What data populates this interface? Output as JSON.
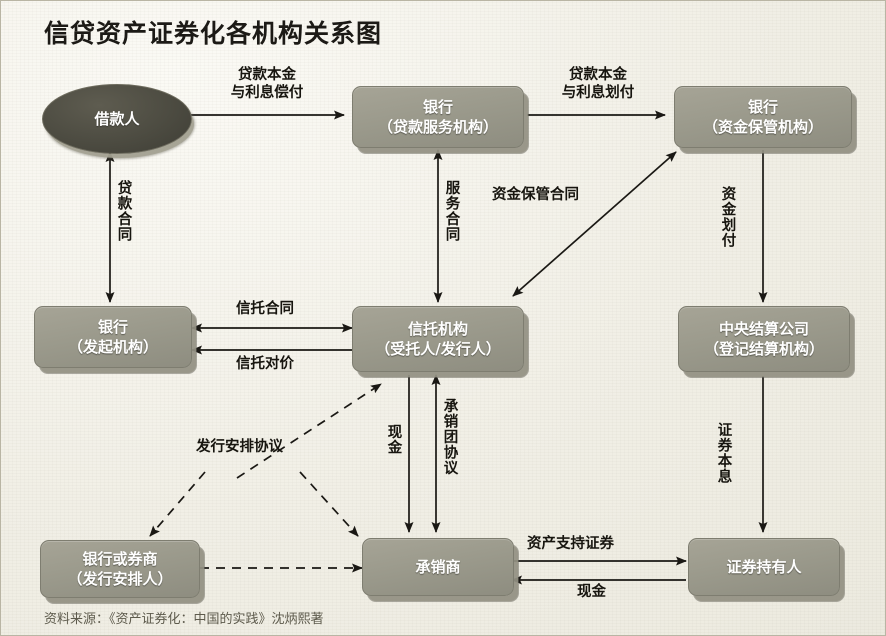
{
  "title": "信贷资产证券化各机构关系图",
  "source_note": "资料来源：《资产证券化：中国的实践》沈炳熙著",
  "colors": {
    "paper": "#f1efe6",
    "box_fill": "#9b9a8c",
    "box_border": "#7e7d70",
    "ellipse_fill": "#4b4a40",
    "node_text": "#ffffff",
    "label_text": "#17150f",
    "arrow": "#1a1814"
  },
  "nodes": [
    {
      "id": "borrower",
      "name": "借款人",
      "shape": "ellipse",
      "lines": [
        "借款人"
      ]
    },
    {
      "id": "servicer",
      "name": "银行（贷款服务机构）",
      "shape": "box",
      "lines": [
        "银行",
        "（贷款服务机构）"
      ]
    },
    {
      "id": "custodian",
      "name": "银行（资金保管机构）",
      "shape": "box",
      "lines": [
        "银行",
        "（资金保管机构）"
      ]
    },
    {
      "id": "originator",
      "name": "银行（发起机构）",
      "shape": "box",
      "lines": [
        "银行",
        "（发起机构）"
      ]
    },
    {
      "id": "trust",
      "name": "信托机构（受托人/发行人）",
      "shape": "box",
      "lines": [
        "信托机构",
        "（受托人/发行人）"
      ]
    },
    {
      "id": "clearing",
      "name": "中央结算公司（登记结算机构）",
      "shape": "box",
      "lines": [
        "中央结算公司",
        "（登记结算机构）"
      ]
    },
    {
      "id": "arranger",
      "name": "银行或券商（发行安排人）",
      "shape": "box",
      "lines": [
        "银行或券商",
        "（发行安排人）"
      ]
    },
    {
      "id": "underwriter",
      "name": "承销商",
      "shape": "box",
      "lines": [
        "承销商"
      ]
    },
    {
      "id": "holder",
      "name": "证券持有人",
      "shape": "box",
      "lines": [
        "证券持有人"
      ]
    }
  ],
  "edges": [
    {
      "id": "e1",
      "from": "borrower",
      "to": "servicer",
      "label": "贷款本金\n与利息偿付",
      "style": "solid",
      "direction": "one-way",
      "orientation": "horizontal"
    },
    {
      "id": "e2",
      "from": "servicer",
      "to": "custodian",
      "label": "贷款本金\n与利息划付",
      "style": "solid",
      "direction": "one-way",
      "orientation": "horizontal"
    },
    {
      "id": "e3",
      "from": "borrower",
      "to": "originator",
      "label": "贷款合同",
      "style": "solid",
      "direction": "two-way",
      "orientation": "vertical"
    },
    {
      "id": "e4",
      "from": "servicer",
      "to": "trust",
      "label": "服务合同",
      "style": "solid",
      "direction": "two-way",
      "orientation": "vertical"
    },
    {
      "id": "e5",
      "from": "trust",
      "to": "custodian",
      "label": "资金保管合同",
      "style": "solid",
      "direction": "two-way",
      "orientation": "diagonal"
    },
    {
      "id": "e6",
      "from": "custodian",
      "to": "clearing",
      "label": "资金划付",
      "style": "solid",
      "direction": "one-way",
      "orientation": "vertical"
    },
    {
      "id": "e7",
      "from": "originator",
      "to": "trust",
      "label": "信托合同",
      "style": "solid",
      "direction": "two-way",
      "orientation": "horizontal"
    },
    {
      "id": "e8",
      "from": "trust",
      "to": "originator",
      "label": "信托对价",
      "style": "solid",
      "direction": "one-way",
      "orientation": "horizontal"
    },
    {
      "id": "e9",
      "from": "trust",
      "to": "underwriter",
      "label": "现金",
      "style": "solid",
      "direction": "one-way",
      "orientation": "vertical"
    },
    {
      "id": "e10",
      "from": "underwriter",
      "to": "trust",
      "label": "承销团协议",
      "style": "solid",
      "direction": "two-way",
      "orientation": "vertical"
    },
    {
      "id": "e11",
      "from": "clearing",
      "to": "holder",
      "label": "证券本息",
      "style": "solid",
      "direction": "one-way",
      "orientation": "vertical"
    },
    {
      "id": "e12",
      "from": "arranger",
      "to": "trust",
      "label": "发行安排协议",
      "style": "dashed",
      "direction": "one-way",
      "orientation": "diagonal"
    },
    {
      "id": "e13",
      "from": "arranger",
      "to": "underwriter",
      "label": "",
      "style": "dashed",
      "direction": "one-way",
      "orientation": "diagonal"
    },
    {
      "id": "e14",
      "from": "underwriter",
      "to": "holder",
      "label": "资产支持证券",
      "style": "solid",
      "direction": "one-way",
      "orientation": "horizontal"
    },
    {
      "id": "e15",
      "from": "holder",
      "to": "underwriter",
      "label": "现金",
      "style": "solid",
      "direction": "one-way",
      "orientation": "horizontal"
    }
  ],
  "labels": {
    "loan_principal_interest_repay_l1": "贷款本金",
    "loan_principal_interest_repay_l2": "与利息偿付",
    "loan_principal_interest_transfer_l1": "贷款本金",
    "loan_principal_interest_transfer_l2": "与利息划付",
    "loan_contract": "贷款合同",
    "service_contract": "服务合同",
    "fund_custody_contract": "资金保管合同",
    "fund_transfer": "资金划付",
    "trust_contract": "信托合同",
    "trust_consideration": "信托对价",
    "cash_mid": "现金",
    "underwriting_syndicate_agreement": "承销团协议",
    "securities_principal_interest": "证券本息",
    "issuance_arrangement_agreement": "发行安排协议",
    "asset_backed_securities": "资产支持证券",
    "cash_bottom": "现金"
  }
}
